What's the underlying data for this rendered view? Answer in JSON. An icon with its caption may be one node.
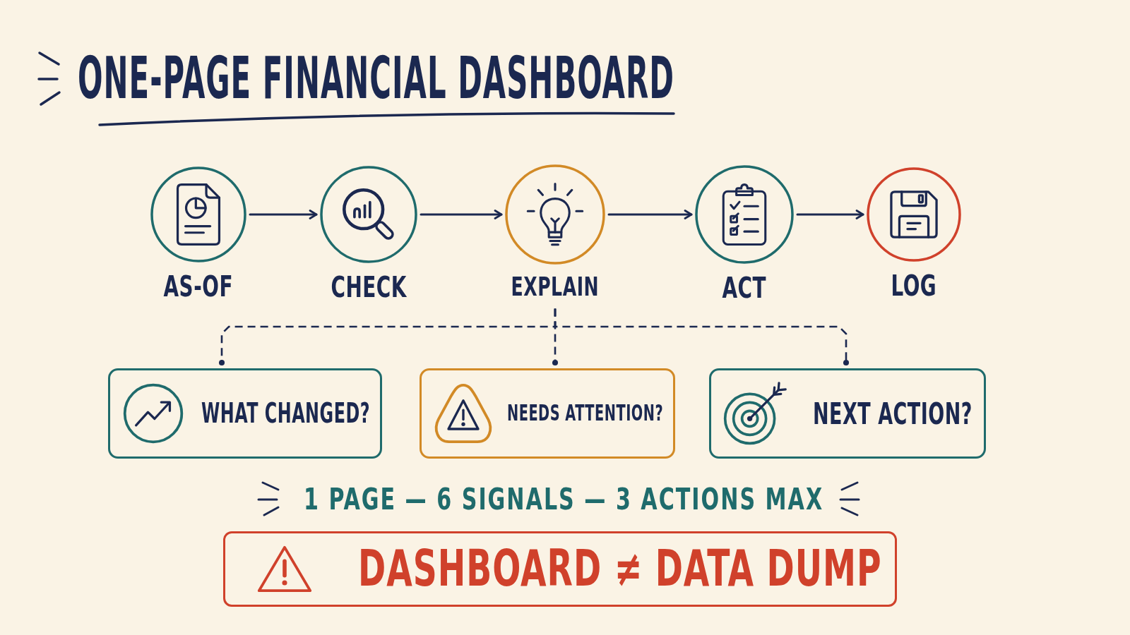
{
  "diagram": {
    "title": "ONE-PAGE FINANCIAL DASHBOARD",
    "nodes": [
      {
        "text": [
          "AS-OF"
        ]
      },
      {
        "text": [
          "CHECK"
        ]
      },
      {
        "text": [
          "EXPLAIN"
        ]
      },
      {
        "text": [
          "ACT"
        ]
      },
      {
        "text": [
          "LOG"
        ]
      },
      {
        "text": [
          "WHAT CHANGED?"
        ]
      },
      {
        "text": [
          "NEEDS ATTENTION?"
        ]
      },
      {
        "text": [
          "NEXT ACTION?"
        ]
      },
      {
        "text": [
          "DASHBOARD ≠ DATA DUMP"
        ]
      }
    ],
    "edges": [
      {
        "from": 0,
        "to": 1,
        "arrow": "to"
      },
      {
        "from": 1,
        "to": 2,
        "arrow": "to"
      },
      {
        "from": 2,
        "to": 3,
        "arrow": "to"
      },
      {
        "from": 3,
        "to": 4,
        "arrow": "to"
      },
      {
        "from": 2,
        "to": 5,
        "arrow": "other",
        "style": "dashed"
      },
      {
        "from": 2,
        "to": 6,
        "arrow": "other",
        "style": "dashed"
      },
      {
        "from": 2,
        "to": 7,
        "arrow": "other",
        "style": "dashed"
      }
    ],
    "labels": [
      "1 PAGE — 6 SIGNALS — 3 ACTIONS MAX"
    ]
  }
}
